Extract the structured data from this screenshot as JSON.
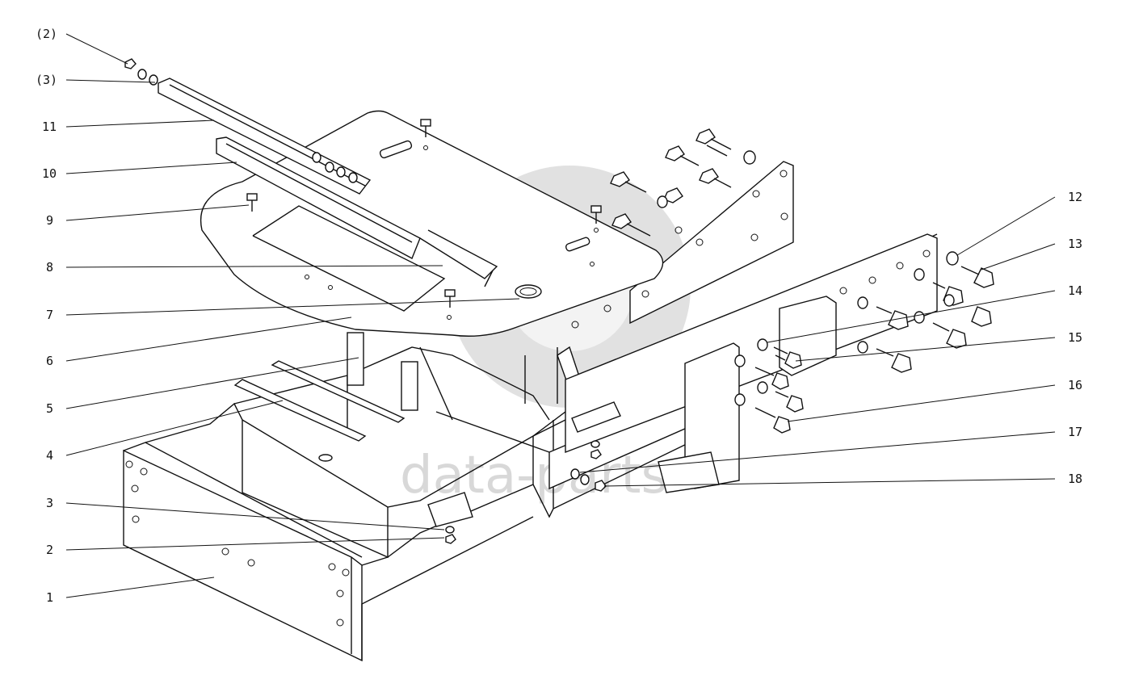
{
  "watermark": {
    "text": "data-parts",
    "color": "#c8c8c8"
  },
  "callouts_left": [
    {
      "id": "c2p",
      "label": "(2)"
    },
    {
      "id": "c3p",
      "label": "(3)"
    },
    {
      "id": "c11",
      "label": "11"
    },
    {
      "id": "c10",
      "label": "10"
    },
    {
      "id": "c9",
      "label": "9"
    },
    {
      "id": "c8",
      "label": "8"
    },
    {
      "id": "c7",
      "label": "7"
    },
    {
      "id": "c6",
      "label": "6"
    },
    {
      "id": "c5",
      "label": "5"
    },
    {
      "id": "c4",
      "label": "4"
    },
    {
      "id": "c3",
      "label": "3"
    },
    {
      "id": "c2",
      "label": "2"
    },
    {
      "id": "c1",
      "label": "1"
    }
  ],
  "callouts_right": [
    {
      "id": "c12",
      "label": "12"
    },
    {
      "id": "c13",
      "label": "13"
    },
    {
      "id": "c14",
      "label": "14"
    },
    {
      "id": "c15",
      "label": "15"
    },
    {
      "id": "c16",
      "label": "16"
    },
    {
      "id": "c17",
      "label": "17"
    },
    {
      "id": "c18",
      "label": "18"
    }
  ]
}
